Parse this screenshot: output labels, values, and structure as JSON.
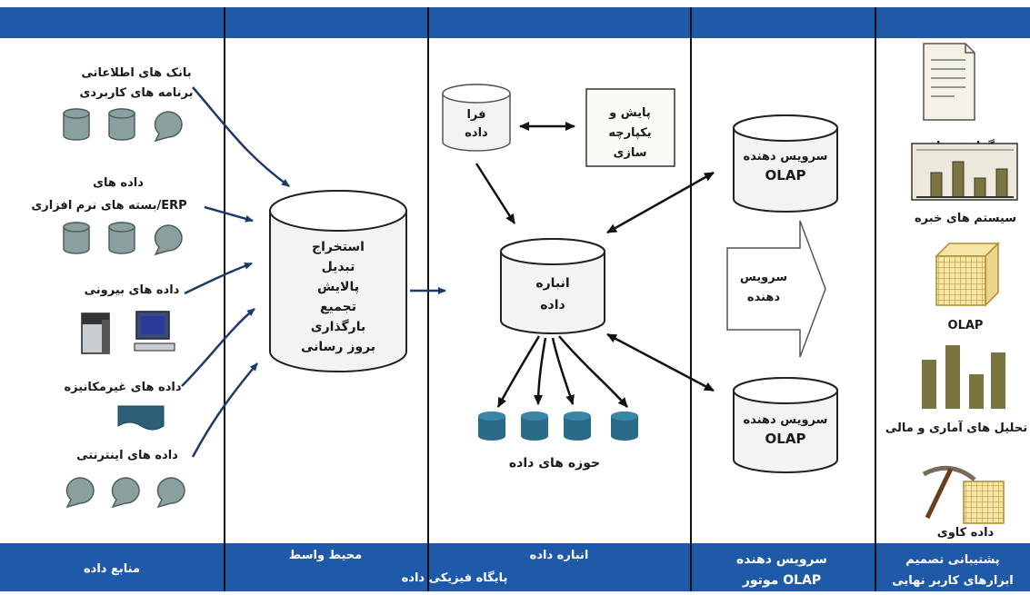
{
  "colors": {
    "band": "#1f5aa8",
    "cyl_fill": "#f3f3f3",
    "db_teal": "#2b6b8a",
    "db_gray": "#8aa09e",
    "olive": "#7a7440",
    "arrow": "#1c3a6b"
  },
  "columns": {
    "sources": {
      "footer": "منابع داده"
    },
    "etl": {
      "footer": "محیط واسط"
    },
    "warehouse": {
      "footer": "انباره داده",
      "footer_sub": "پایگاه فیزیکی داده"
    },
    "olap_server": {
      "footer": "سرویس دهنده",
      "footer_sub": "موتور OLAP"
    },
    "tools": {
      "footer": "پشتیبانی تصمیم",
      "footer_sub": "ابزارهای کاربر نهایی"
    }
  },
  "sources": {
    "app_db_1": "بانک های اطلاعاتی",
    "app_db_2": "برنامه های کاربردی",
    "erp_1": "داده های",
    "erp_2": "بسته های نرم افزاری/ERP",
    "external": "داده های بیرونی",
    "nonmech": "داده های غیرمکانیزه",
    "internet": "داده های اینترنتی"
  },
  "etl_lines": [
    "استخراج",
    "تبدیل",
    "پالایش",
    "تجمیع",
    "بارگذاری",
    "بروز رسانی"
  ],
  "meta": {
    "line1": "فرا",
    "line2": "داده"
  },
  "clean": {
    "line1": "پایش و",
    "line2": "یکپارچه",
    "line3": "سازی"
  },
  "warehouse": {
    "line1": "انباره",
    "line2": "داده"
  },
  "marts_label": "حوزه های داده",
  "olap": {
    "line1": "سرویس دهنده",
    "line2": "OLAP"
  },
  "server_arrow": {
    "line1": "سرویس",
    "line2": "دهنده"
  },
  "tools": {
    "reports": "گزارش ها",
    "expert": "سیستم های خبره",
    "olap": "OLAP",
    "analysis": "تحلیل های آماری و مالی",
    "mining": "داده کاوی"
  }
}
